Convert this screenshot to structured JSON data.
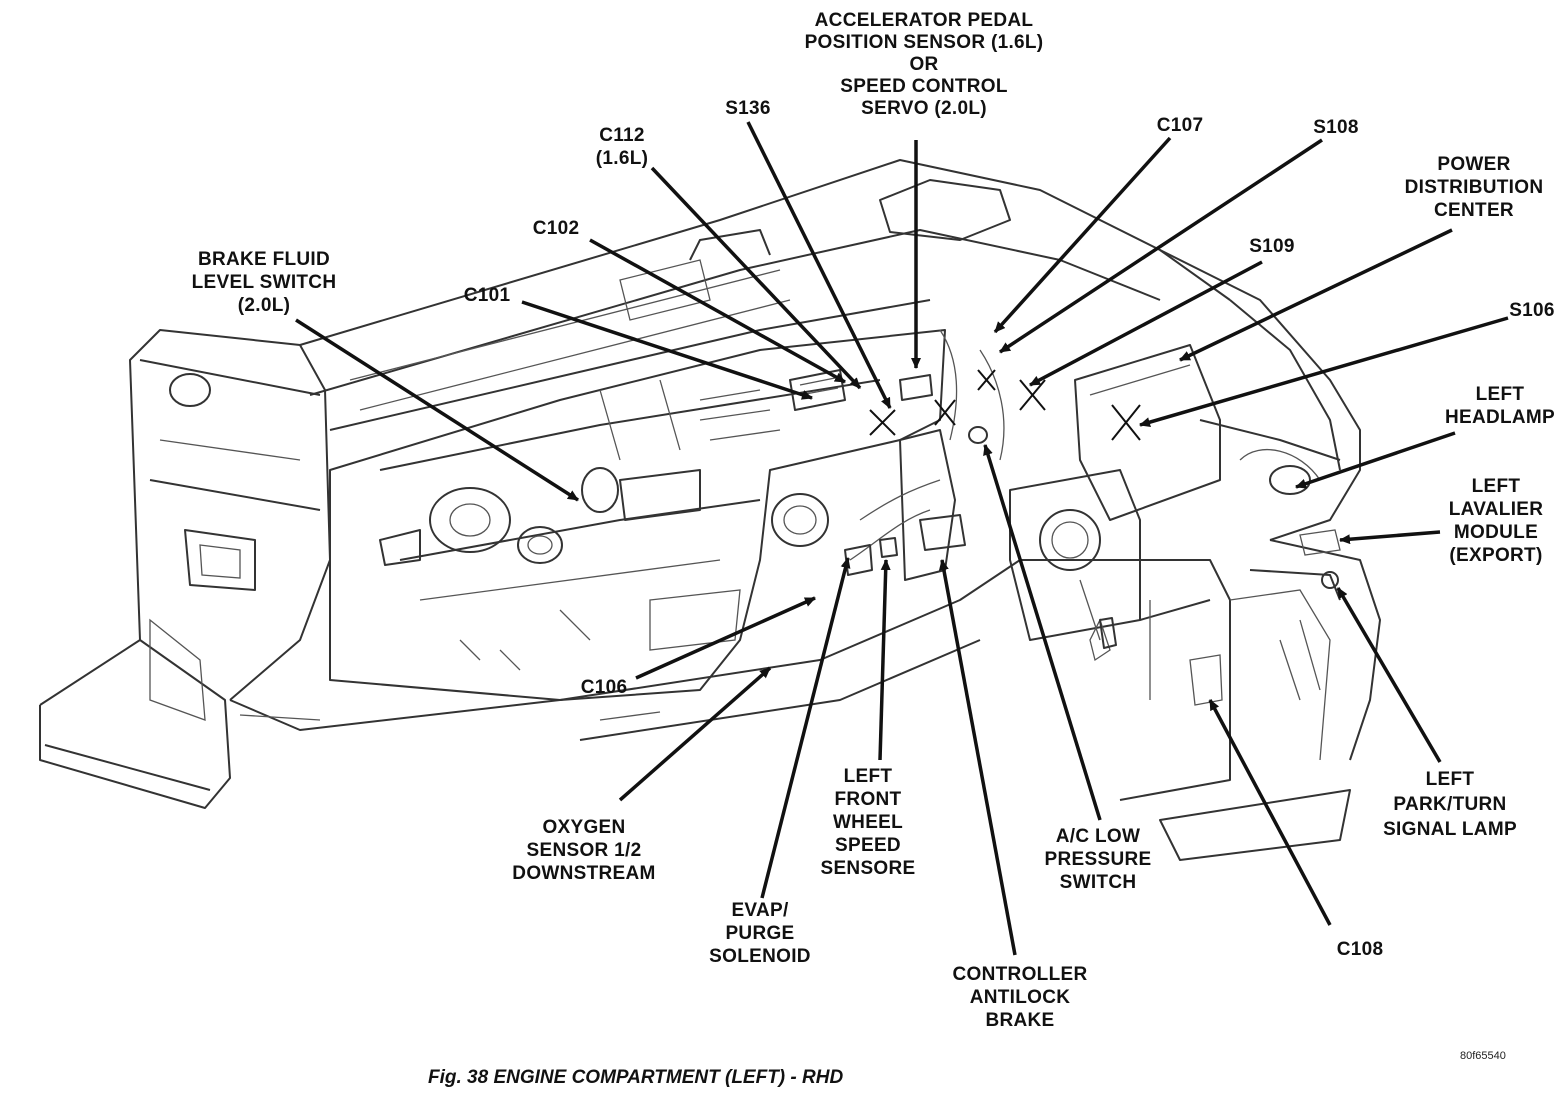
{
  "caption": "Fig. 38 ENGINE COMPARTMENT (LEFT) - RHD",
  "figure_code": "80f65540",
  "labels": {
    "accel": [
      "ACCELERATOR PEDAL",
      "POSITION SENSOR (1.6L)",
      "OR",
      "SPEED CONTROL",
      "SERVO (2.0L)"
    ],
    "s136": [
      "S136"
    ],
    "c112": [
      "C112",
      "(1.6L)"
    ],
    "c107": [
      "C107"
    ],
    "s108": [
      "S108"
    ],
    "pdc": [
      "POWER",
      "DISTRIBUTION",
      "CENTER"
    ],
    "c102": [
      "C102"
    ],
    "brake_fluid": [
      "BRAKE FLUID",
      "LEVEL SWITCH",
      "(2.0L)"
    ],
    "c101": [
      "C101"
    ],
    "s109": [
      "S109"
    ],
    "s106": [
      "S106"
    ],
    "left_headlamp": [
      "LEFT",
      "HEADLAMP"
    ],
    "left_lavalier": [
      "LEFT",
      "LAVALIER",
      "MODULE",
      "(EXPORT)"
    ],
    "c106": [
      "C106"
    ],
    "oxygen": [
      "OXYGEN",
      "SENSOR 1/2",
      "DOWNSTREAM"
    ],
    "evap": [
      "EVAP/",
      "PURGE",
      "SOLENOID"
    ],
    "wheel_speed": [
      "LEFT",
      "FRONT",
      "WHEEL",
      "SPEED",
      "SENSORE"
    ],
    "controller": [
      "CONTROLLER",
      "ANTILOCK",
      "BRAKE"
    ],
    "ac_switch": [
      "A/C LOW",
      "PRESSURE",
      "SWITCH"
    ],
    "park_turn": [
      "LEFT",
      "PARK/TURN",
      "SIGNAL LAMP"
    ],
    "c108": [
      "C108"
    ]
  }
}
